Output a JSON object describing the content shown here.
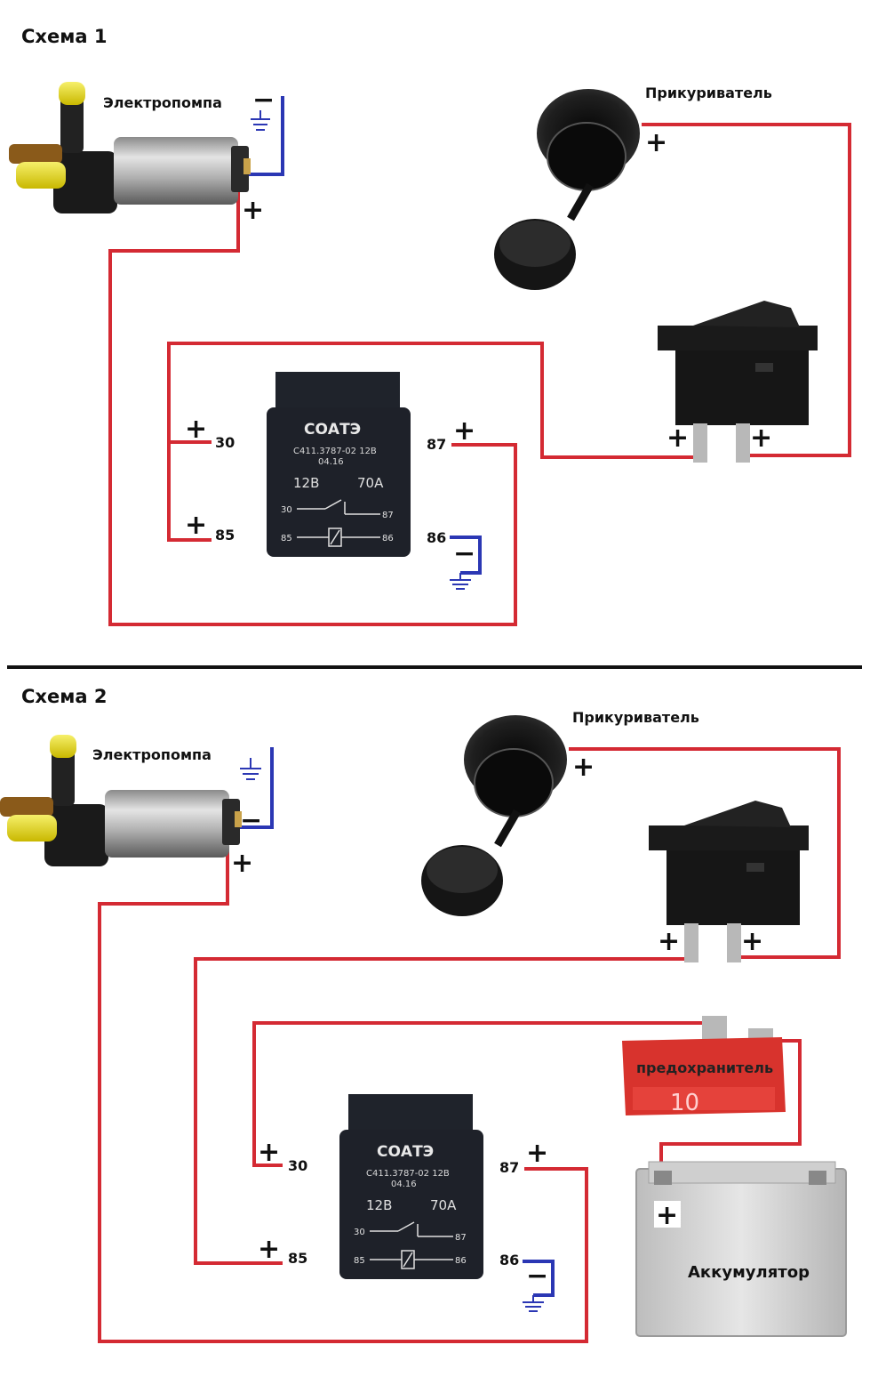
{
  "scheme1": {
    "title": "Схема 1",
    "pump_label": "Электропомпа",
    "lighter_label": "Прикуриватель",
    "relay": {
      "brand": "СОАТЭ",
      "model": "С411.3787-02 12В",
      "date": "04.16",
      "voltage": "12В",
      "current": "70А",
      "pin30": "30",
      "pin85": "85",
      "pin86": "86",
      "pin87": "87"
    },
    "pins": {
      "p30": "30",
      "p85": "85",
      "p86": "86",
      "p87": "87"
    }
  },
  "scheme2": {
    "title": "Схема 2",
    "pump_label": "Электропомпа",
    "lighter_label": "Прикуриватель",
    "fuse_label": "предохранитель",
    "fuse_rating": "10",
    "battery_label": "Аккумулятор",
    "relay": {
      "brand": "СОАТЭ",
      "model": "С411.3787-02 12В",
      "date": "04.16",
      "voltage": "12В",
      "current": "70А",
      "pin30": "30",
      "pin85": "85",
      "pin86": "86",
      "pin87": "87"
    },
    "pins": {
      "p30": "30",
      "p85": "85",
      "p86": "86",
      "p87": "87"
    }
  },
  "signs": {
    "plus": "+",
    "minus": "−"
  },
  "colors": {
    "positive_wire": "#d42a33",
    "ground_wire": "#2b37b4"
  }
}
